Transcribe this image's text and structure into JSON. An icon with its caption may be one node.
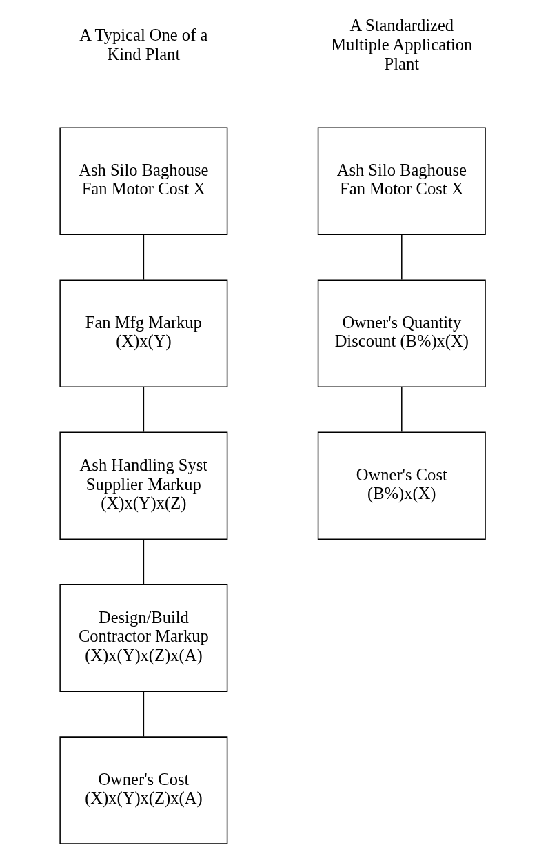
{
  "diagram": {
    "nodes": [
      {
        "text": [
          "Ash Silo Baghouse Fan Motor Cost X"
        ]
      },
      {
        "text": [
          "Fan Mfg Markup (X)x(Y)"
        ]
      },
      {
        "text": [
          "Ash Handling Syst Supplier Markup (X)x(Y)x(Z)"
        ]
      },
      {
        "text": [
          "Design/Build Contractor Markup (X)x(Y)x(Z)x(A)"
        ]
      },
      {
        "text": [
          "Owner's Cost (X)x(Y)x(Z)x(A)"
        ]
      },
      {
        "text": [
          "Ash Silo Baghouse Fan Motor Cost X"
        ]
      },
      {
        "text": [
          "Owner's Quantity Discount (B%)x(X)"
        ]
      },
      {
        "text": [
          "Owner's Cost (B%)x(X)"
        ]
      }
    ],
    "edges": [
      {
        "from": 0,
        "to": 1,
        "arrow": "none"
      },
      {
        "from": 1,
        "to": 2,
        "arrow": "none"
      },
      {
        "from": 2,
        "to": 3,
        "arrow": "none"
      },
      {
        "from": 3,
        "to": 4,
        "arrow": "none"
      },
      {
        "from": 5,
        "to": 6,
        "arrow": "none"
      },
      {
        "from": 6,
        "to": 7,
        "arrow": "none"
      }
    ],
    "labels": [
      "A Typical One of a Kind Plant",
      "A Standardized Multiple Application Plant"
    ]
  }
}
